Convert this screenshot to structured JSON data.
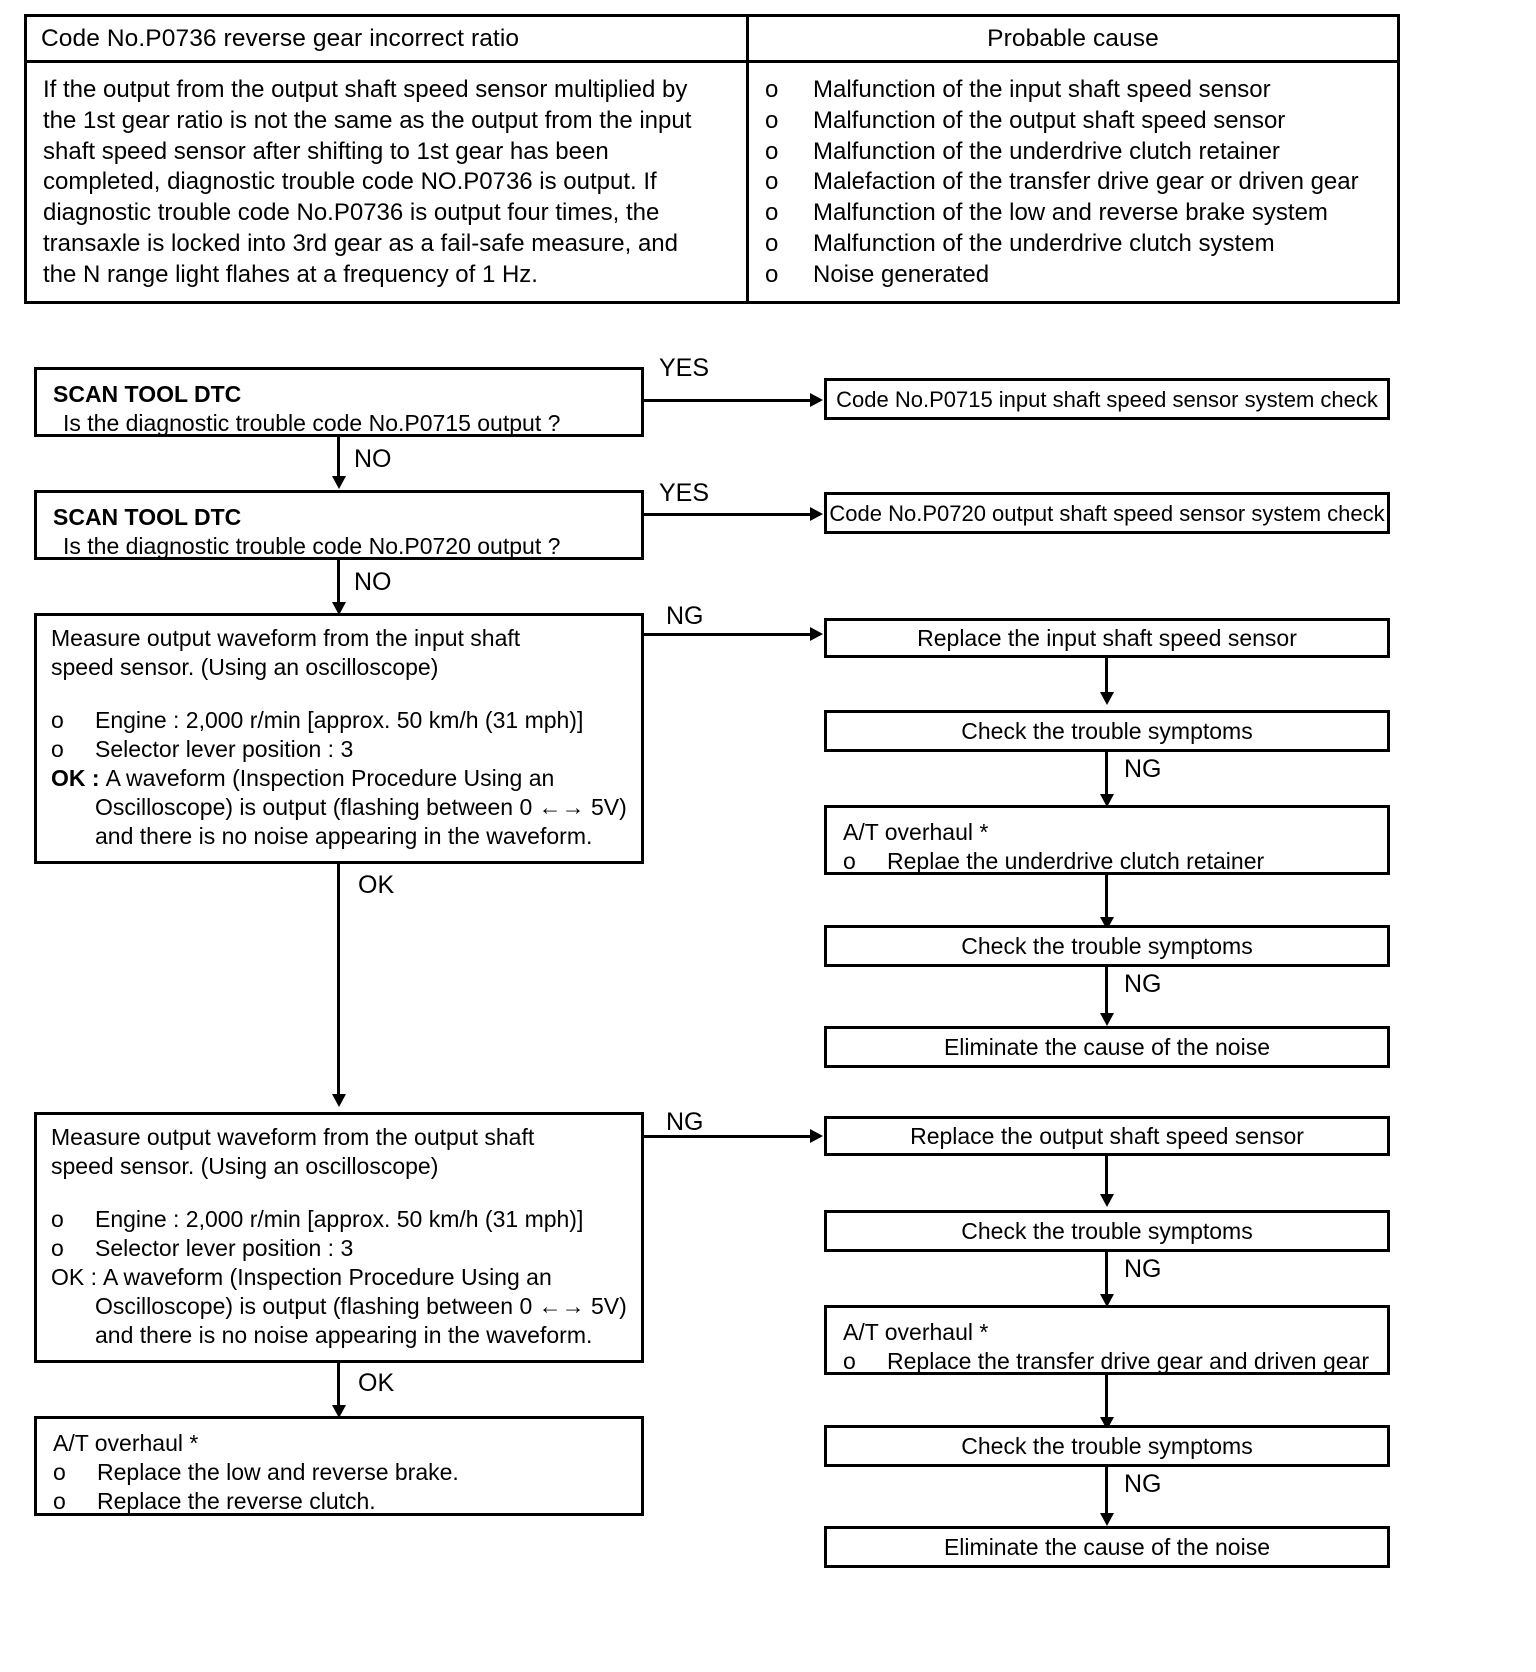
{
  "table": {
    "header_left": "Code No.P0736 reverse gear incorrect ratio",
    "header_right": "Probable cause",
    "description_lines": [
      "If the output from the output shaft speed sensor multiplied by",
      "the 1st gear ratio is not the same as the output from the input",
      "shaft speed sensor after shifting to 1st gear has been",
      "completed, diagnostic trouble code NO.P0736 is output. If",
      "diagnostic trouble code No.P0736 is output four times, the",
      "transaxle is locked into 3rd gear as a fail-safe measure, and",
      "the N range light flahes at a frequency of 1 Hz."
    ],
    "bullet": "o",
    "causes": [
      "Malfunction of the input shaft speed sensor",
      "Malfunction of the output shaft speed sensor",
      "Malfunction of the underdrive clutch retainer",
      "Malefaction of the transfer drive gear or driven gear",
      "Malfunction of the low and reverse brake system",
      "Malfunction of the underdrive clutch system",
      "Noise generated"
    ]
  },
  "flow": {
    "bullet": "o",
    "step1": {
      "title": "SCAN TOOL DTC",
      "question": "Is the diagnostic trouble code No.P0715 output ?",
      "yes_label": "YES",
      "no_label": "NO",
      "yes_target": "Code No.P0715 input shaft speed sensor system check"
    },
    "step2": {
      "title": "SCAN TOOL DTC",
      "question": "Is the diagnostic trouble code No.P0720 output ?",
      "yes_label": "YES",
      "no_label": "NO",
      "yes_target": "Code No.P0720 output shaft speed sensor system check"
    },
    "step3": {
      "line1": "Measure output waveform from the input shaft",
      "line2": "speed sensor. (Using an oscilloscope)",
      "cond1": "Engine : 2,000 r/min [approx. 50 km/h (31 mph)]",
      "cond2": "Selector lever position : 3",
      "ok_key": "OK :",
      "ok_line1": "A waveform (Inspection Procedure Using an",
      "ok_line2": "Oscilloscope) is output (flashing between 0 ←→     5V)",
      "ok_line3": "and there is no noise appearing in the waveform.",
      "ng_label": "NG",
      "ok_label": "OK"
    },
    "step4": {
      "line1": "Measure output waveform from the output shaft",
      "line2": "speed sensor. (Using an oscilloscope)",
      "cond1": "Engine : 2,000 r/min [approx. 50 km/h (31 mph)]",
      "cond2": "Selector lever position : 3",
      "ok_key": "OK :",
      "ok_line1": "A waveform (Inspection Procedure Using an",
      "ok_line2": "Oscilloscope) is output (flashing between 0 ←→     5V)",
      "ok_line3": "and there is no noise appearing in the waveform.",
      "ng_label": "NG",
      "ok_label": "OK"
    },
    "final_left": {
      "title": "A/T overhaul *",
      "item1": "Replace the low and reverse brake.",
      "item2": "Replace the reverse clutch."
    },
    "branchA": {
      "replace": "Replace the input shaft speed sensor",
      "check1": "Check the trouble symptoms",
      "ng1": "NG",
      "overhaul_title": "A/T overhaul *",
      "overhaul_item": "Replae the underdrive clutch retainer",
      "check2": "Check the trouble symptoms",
      "ng2": "NG",
      "eliminate": "Eliminate the cause of the noise"
    },
    "branchB": {
      "replace": "Replace the output shaft speed sensor",
      "check1": "Check the trouble symptoms",
      "ng1": "NG",
      "overhaul_title": "A/T overhaul *",
      "overhaul_item": "Replace the transfer drive gear and driven gear",
      "check2": "Check the trouble symptoms",
      "ng2": "NG",
      "eliminate": "Eliminate the cause of the noise"
    }
  }
}
